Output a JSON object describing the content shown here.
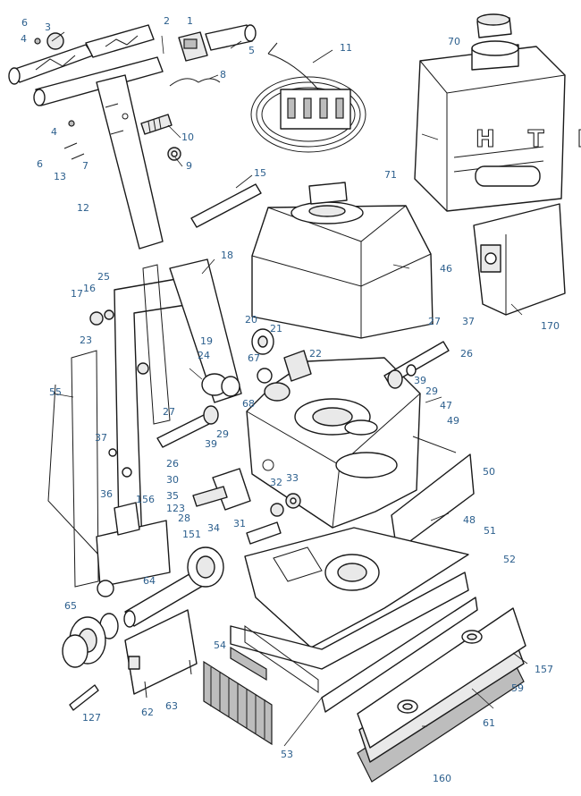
{
  "diagram": {
    "container_label": "H T F",
    "callouts": [
      "1",
      "2",
      "3",
      "4",
      "4",
      "5",
      "6",
      "6",
      "7",
      "8",
      "9",
      "10",
      "11",
      "12",
      "13",
      "15",
      "16",
      "17",
      "18",
      "19",
      "20",
      "21",
      "22",
      "23",
      "24",
      "25",
      "26",
      "26",
      "27",
      "27",
      "28",
      "29",
      "29",
      "30",
      "31",
      "32",
      "33",
      "34",
      "35",
      "36",
      "37",
      "37",
      "39",
      "39",
      "46",
      "47",
      "48",
      "49",
      "50",
      "51",
      "52",
      "53",
      "54",
      "55",
      "59",
      "61",
      "62",
      "63",
      "64",
      "65",
      "67",
      "68",
      "70",
      "71",
      "123",
      "127",
      "151",
      "156",
      "157",
      "160",
      "170"
    ]
  }
}
